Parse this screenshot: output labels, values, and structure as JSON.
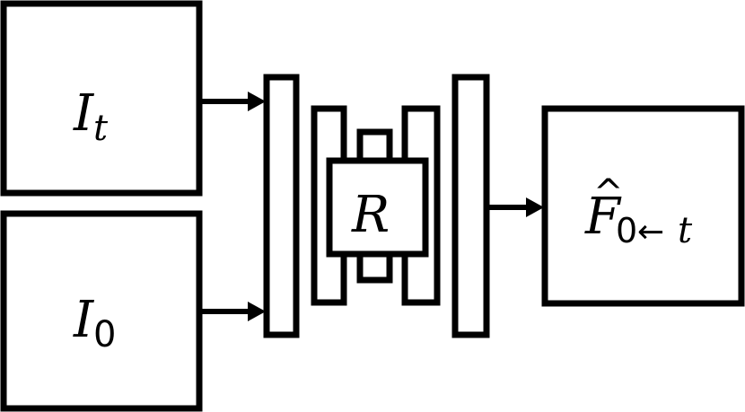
{
  "inputs": {
    "current_frame": {
      "symbol": "I",
      "subscript": "t"
    },
    "reference_frame": {
      "symbol": "I",
      "subscript": "0"
    }
  },
  "network": {
    "core_label": "R"
  },
  "output": {
    "symbol": "F",
    "hat": "^",
    "subscript_index": "0",
    "subscript_arrow": "←",
    "subscript_var": "t"
  },
  "colors": {
    "stroke": "#000000",
    "fill": "#ffffff"
  }
}
